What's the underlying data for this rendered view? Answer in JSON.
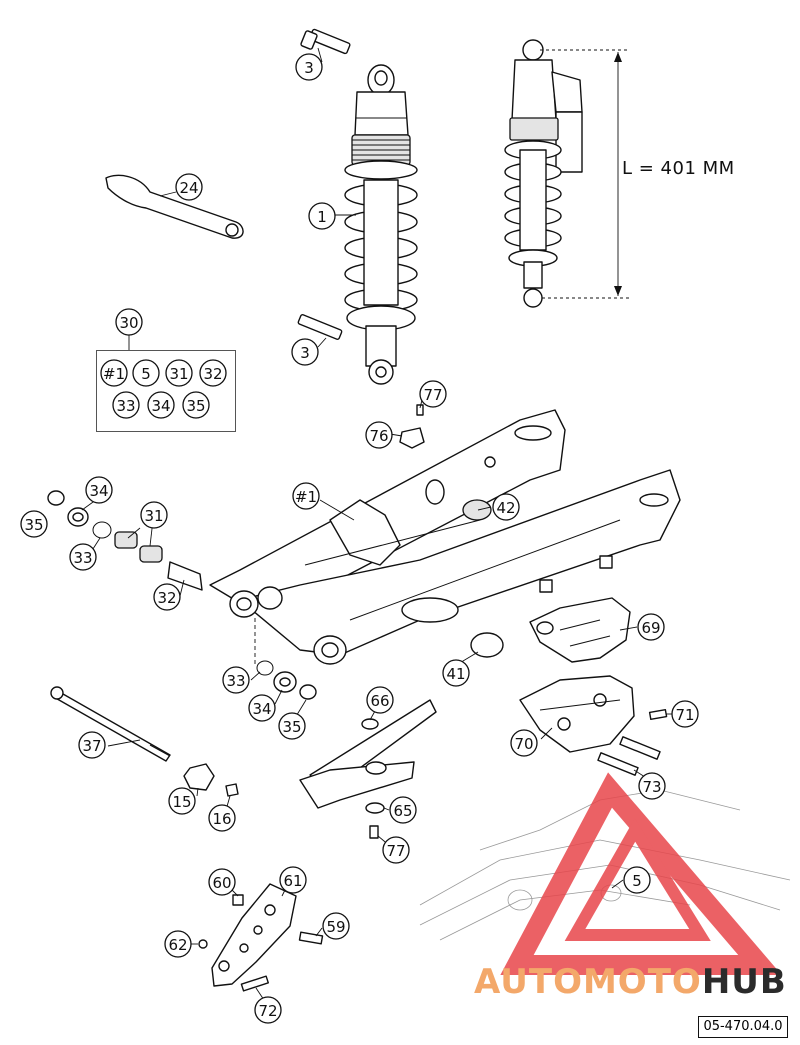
{
  "diagram": {
    "reference_code": "05-470.04.0",
    "dimension_label": "L = 401 MM",
    "kit_box": {
      "header": "30",
      "items": [
        "#1",
        "5",
        "31",
        "32",
        "33",
        "34",
        "35"
      ]
    },
    "callouts": [
      {
        "id": "c-3a",
        "label": "3"
      },
      {
        "id": "c-24",
        "label": "24"
      },
      {
        "id": "c-1",
        "label": "1"
      },
      {
        "id": "c-3b",
        "label": "3"
      },
      {
        "id": "c-77a",
        "label": "77"
      },
      {
        "id": "c-76",
        "label": "76"
      },
      {
        "id": "c-34a",
        "label": "34"
      },
      {
        "id": "c-35a",
        "label": "35"
      },
      {
        "id": "c-31",
        "label": "31"
      },
      {
        "id": "c-33a",
        "label": "33"
      },
      {
        "id": "c-32",
        "label": "32"
      },
      {
        "id": "c-h1",
        "label": "#1"
      },
      {
        "id": "c-42",
        "label": "42"
      },
      {
        "id": "c-69",
        "label": "69"
      },
      {
        "id": "c-41",
        "label": "41"
      },
      {
        "id": "c-33b",
        "label": "33"
      },
      {
        "id": "c-34b",
        "label": "34"
      },
      {
        "id": "c-35b",
        "label": "35"
      },
      {
        "id": "c-66",
        "label": "66"
      },
      {
        "id": "c-71",
        "label": "71"
      },
      {
        "id": "c-70",
        "label": "70"
      },
      {
        "id": "c-37",
        "label": "37"
      },
      {
        "id": "c-73",
        "label": "73"
      },
      {
        "id": "c-15",
        "label": "15"
      },
      {
        "id": "c-16",
        "label": "16"
      },
      {
        "id": "c-65",
        "label": "65"
      },
      {
        "id": "c-77b",
        "label": "77"
      },
      {
        "id": "c-5",
        "label": "5"
      },
      {
        "id": "c-60",
        "label": "60"
      },
      {
        "id": "c-61",
        "label": "61"
      },
      {
        "id": "c-59",
        "label": "59"
      },
      {
        "id": "c-62",
        "label": "62"
      },
      {
        "id": "c-72",
        "label": "72"
      }
    ]
  },
  "watermark": {
    "part_a": "AUTOMOTO",
    "part_b": "HUB",
    "color_a": "#f3a86a",
    "color_b": "#2b2b2b",
    "triangle_color": "#e8464b"
  }
}
